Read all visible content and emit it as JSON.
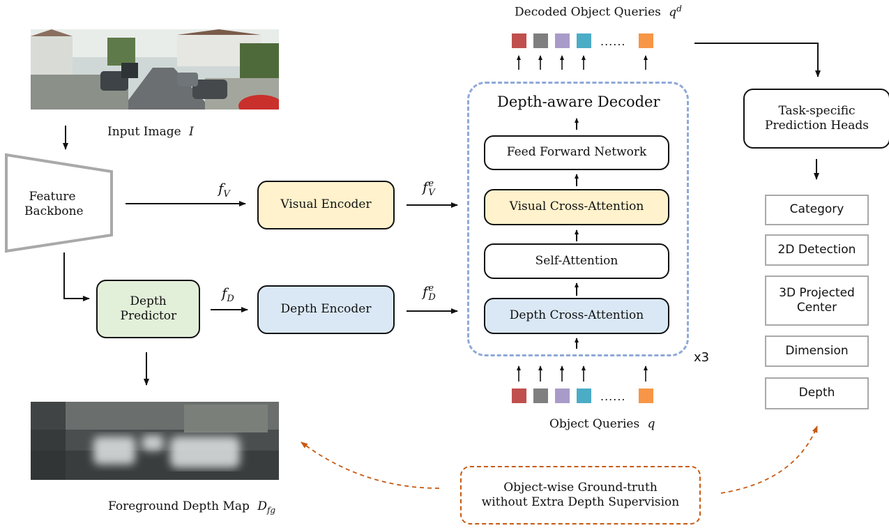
{
  "input_image_label": "Input Image",
  "input_image_symbol": "I",
  "feature_backbone": "Feature Backbone",
  "f_v_label": "f",
  "f_v_sub": "V",
  "f_v_e_label": "f",
  "f_v_e_sub": "V",
  "f_v_e_sup": "e",
  "f_d_label": "f",
  "f_d_sub": "D",
  "f_d_e_label": "f",
  "f_d_e_sub": "D",
  "f_d_e_sup": "e",
  "visual_encoder": "Visual Encoder",
  "depth_predictor": "Depth Predictor",
  "depth_encoder": "Depth Encoder",
  "decoder": {
    "title": "Depth-aware Decoder",
    "layers": {
      "ffn": "Feed Forward Network",
      "visual_cross": "Visual Cross-Attention",
      "self_attn": "Self-Attention",
      "depth_cross": "Depth Cross-Attention"
    },
    "repeat": "x3"
  },
  "decoded_queries_label": "Decoded Object Queries",
  "decoded_queries_symbol": "q",
  "decoded_queries_sup": "d",
  "object_queries_label": "Object Queries",
  "object_queries_symbol": "q",
  "ellipsis": "......",
  "query_colors": [
    "#c0504d",
    "#7f7f7f",
    "#a99bc9",
    "#4bacc6",
    "#f79646"
  ],
  "prediction_heads": "Task-specific Prediction Heads",
  "heads": [
    "Category",
    "2D Detection",
    "3D Projected Center",
    "Dimension",
    "Depth"
  ],
  "foreground_label": "Foreground Depth Map",
  "foreground_symbol": "D",
  "foreground_sub": "fg",
  "ground_truth": "Object-wise Ground-truth without Extra Depth Supervision",
  "colors": {
    "visual_fill": "#fff2cc",
    "depth_fill": "#dae8f5",
    "predictor_fill": "#e2efd9",
    "dashed_blue": "#8fa9d8",
    "dashed_orange": "#c55a11",
    "grey_border": "#a9a9a9"
  }
}
